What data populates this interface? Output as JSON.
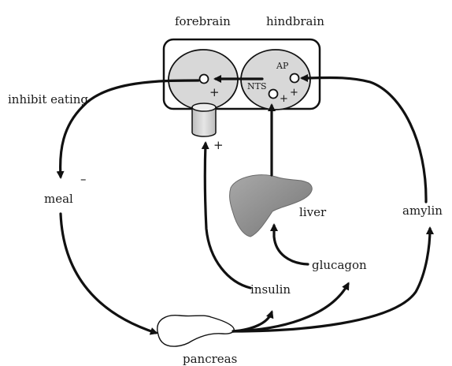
{
  "labels": {
    "forebrain": "forebrain",
    "hindbrain": "hindbrain",
    "inhibit_eating": "inhibit eating",
    "meal": "meal",
    "pancreas": "pancreas",
    "insulin": "insulin",
    "glucagon": "glucagon",
    "liver": "liver",
    "amylin": "amylin",
    "ap": "AP",
    "nts": "NTS"
  },
  "signs": {
    "forebrain_plus": "+",
    "receptor_plus": "+",
    "nts_plus": "+",
    "ap_plus": "+",
    "meal_minus": "–"
  },
  "colors": {
    "brain_region_fill": "#d8d8d8",
    "liver_fill": "#8f8f8f",
    "line": "#111111"
  }
}
